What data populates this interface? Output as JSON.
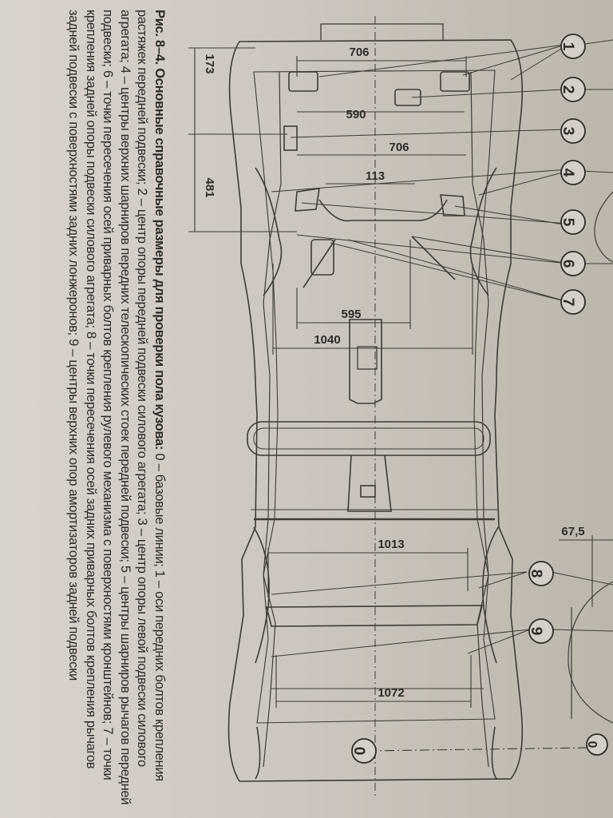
{
  "figure": {
    "label": "Рис. 8–4.",
    "title": "Основные справочные размеры для проверки пола кузова:",
    "body": " 0 – базовые линии; 1 – оси передних болтов крепления растяжек передней подвески; 2 – центр опоры передней подвески силового агрегата; 3 – центр опоры левой подвески силового агрегата; 4 – центры верхних шарниров передних телескопических стоек передней подвески; 5 – центры шарниров рычагов передней подвески; 6 – точки пересечения осей приварных болтов крепления рулевого механизма с поверхностями кронштейнов; 7 – точки крепления задней опоры подвески силового агрегата; 8 – точки пересечения осей задних приварных болтов крепления рычагов задней подвески с поверхностями задних лонжеронов; 9 – центры верхних опор амортизаторов задней подвески"
  },
  "dimensions": {
    "d706a": "706",
    "d590": "590",
    "d706b": "706",
    "d113": "113",
    "d595": "595",
    "d1040": "1040",
    "d1013": "1013",
    "d1072": "1072",
    "d173": "173",
    "d481": "481",
    "d67_5": "67,5"
  },
  "callouts": [
    "1",
    "2",
    "3",
    "4",
    "5",
    "6",
    "7",
    "8",
    "9"
  ],
  "base_marker": "0",
  "colors": {
    "ink": "#3a3633",
    "paper": "#d4cdc5",
    "caption": "#2d2a28"
  }
}
